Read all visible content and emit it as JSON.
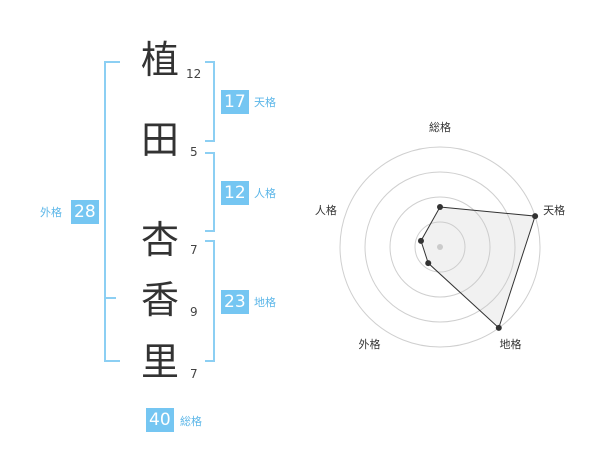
{
  "name": {
    "chars": [
      {
        "char": "植",
        "strokes": "12"
      },
      {
        "char": "田",
        "strokes": "5"
      },
      {
        "char": "杏",
        "strokes": "7"
      },
      {
        "char": "香",
        "strokes": "9"
      },
      {
        "char": "里",
        "strokes": "7"
      }
    ]
  },
  "fortune": {
    "tenkaku": {
      "value": "17",
      "label": "天格"
    },
    "jinkaku": {
      "value": "12",
      "label": "人格"
    },
    "chikaku": {
      "value": "23",
      "label": "地格"
    },
    "gaikaku": {
      "value": "28",
      "label": "外格"
    },
    "soukaku": {
      "value": "40",
      "label": "総格"
    }
  },
  "colors": {
    "accent": "#75c6f2",
    "bracket": "#8ccff3",
    "text": "#333333"
  },
  "chart_data": {
    "type": "radar",
    "axes": [
      "総格",
      "天格",
      "地格",
      "外格",
      "人格"
    ],
    "values": [
      0.4,
      1.0,
      1.0,
      0.2,
      0.2
    ],
    "scale_max": 1.0,
    "rings": 4
  }
}
